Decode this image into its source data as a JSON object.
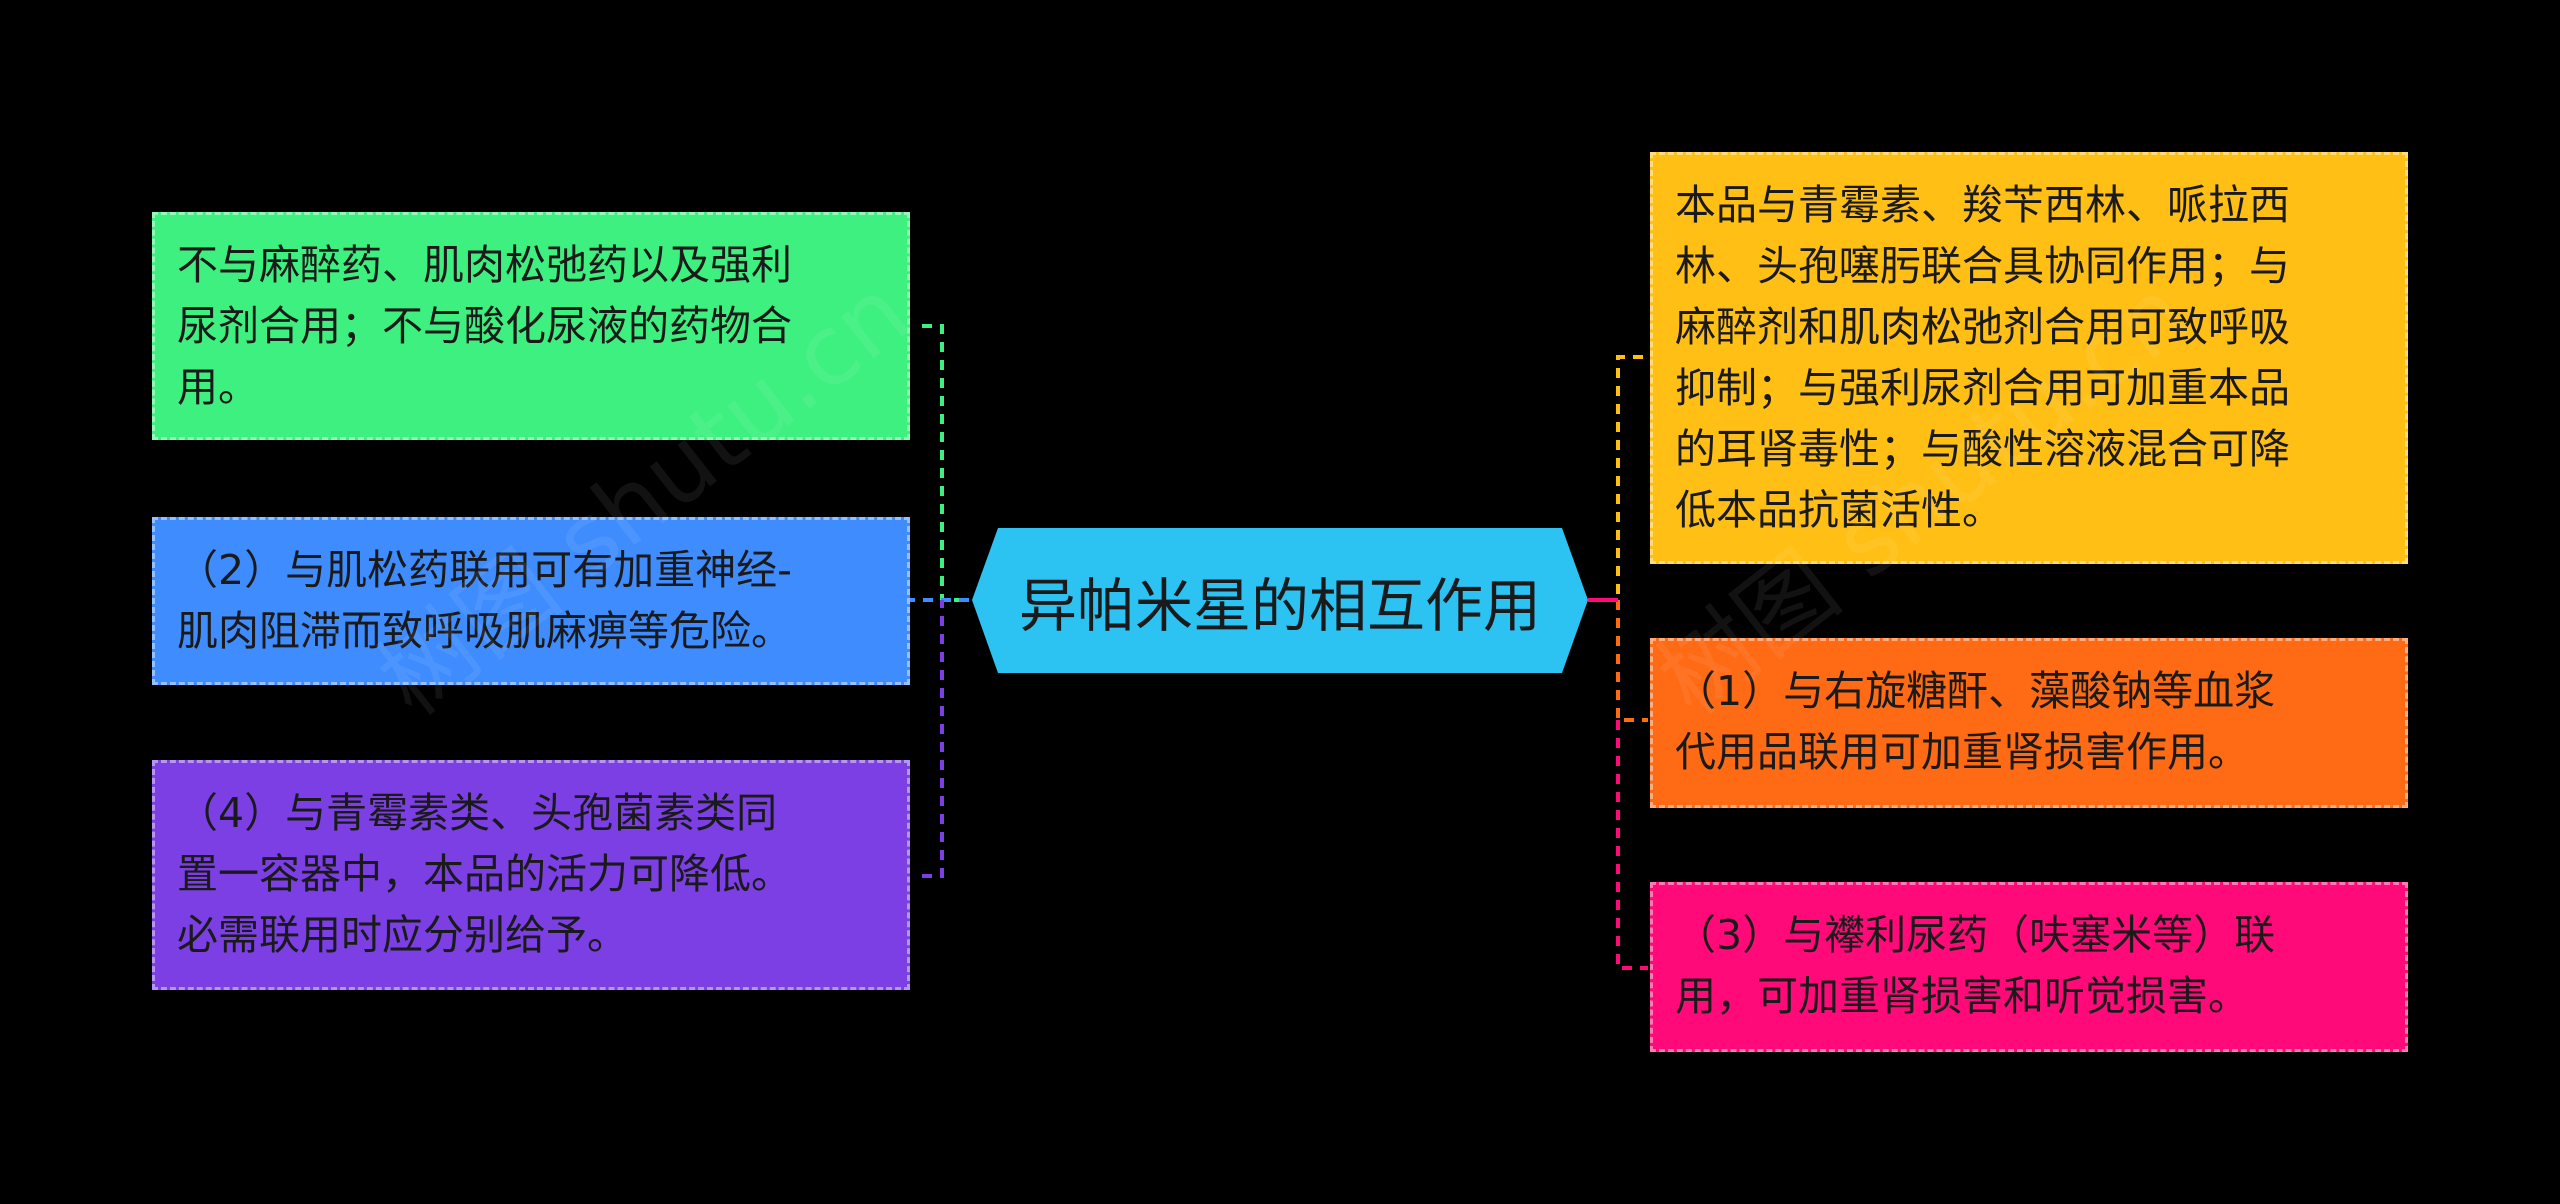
{
  "center": {
    "title": "异帕米星的相互作用",
    "color": "#2cc2f2"
  },
  "left_nodes": [
    {
      "id": "l1",
      "color": "#3ef07f",
      "lines": [
        "不与麻醉药、肌肉松弛药以及强利",
        "尿剂合用；不与酸化尿液的药物合",
        "用。"
      ]
    },
    {
      "id": "l2",
      "color": "#3f8cff",
      "lines": [
        "（2）与肌松药联用可有加重神经-",
        "肌肉阻滞而致呼吸肌麻痹等危险。"
      ]
    },
    {
      "id": "l3",
      "color": "#7b3fe4",
      "lines": [
        "（4）与青霉素类、头孢菌素类同",
        "置一容器中，本品的活力可降低。",
        "必需联用时应分别给予。"
      ]
    }
  ],
  "right_nodes": [
    {
      "id": "r1",
      "color": "#ffbf14",
      "lines": [
        "本品与青霉素、羧苄西林、哌拉西",
        "林、头孢噻肟联合具协同作用；与",
        "麻醉剂和肌肉松弛剂合用可致呼吸",
        "抑制；与强利尿剂合用可加重本品",
        "的耳肾毒性；与酸性溶液混合可降",
        "低本品抗菌活性。"
      ]
    },
    {
      "id": "r2",
      "color": "#ff6a14",
      "lines": [
        "（1）与右旋糖酐、藻酸钠等血浆",
        "代用品联用可加重肾损害作用。"
      ]
    },
    {
      "id": "r3",
      "color": "#ff0a78",
      "lines": [
        "（3）与襻利尿药（呋塞米等）联",
        "用，可加重肾损害和听觉损害。"
      ]
    }
  ],
  "watermarks": [
    "树图 shutu.cn",
    "树图 shutu.cn"
  ]
}
